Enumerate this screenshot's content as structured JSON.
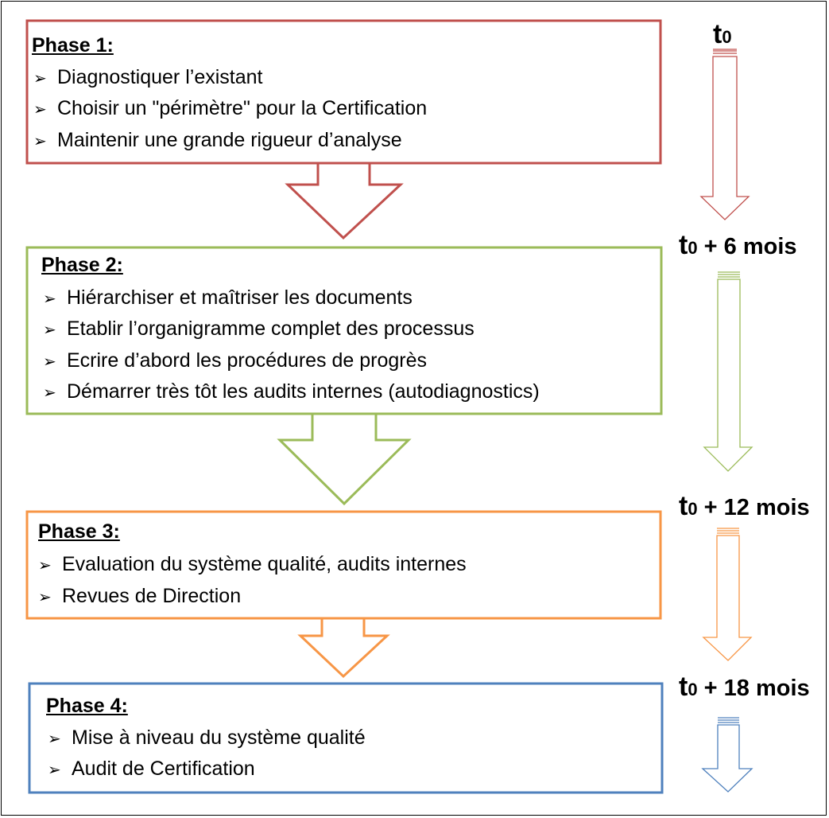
{
  "colors": {
    "phase1": "#c0504d",
    "phase2": "#9bbb59",
    "phase3": "#f79646",
    "phase4": "#4f81bd"
  },
  "bullet_icon": "arrowhead-bullet",
  "phases": [
    {
      "title": "Phase 1:",
      "items": [
        "Diagnostiquer l’existant",
        "Choisir un \"périmètre\" pour la Certification",
        "Maintenir une grande rigueur d’analyse"
      ]
    },
    {
      "title": "Phase 2:",
      "items": [
        "Hiérarchiser et maîtriser les documents",
        "Etablir l’organigramme complet des processus",
        "Ecrire d’abord les procédures de progrès",
        "Démarrer très tôt les audits internes (autodiagnostics)"
      ]
    },
    {
      "title": "Phase 3:",
      "items": [
        "Evaluation du système qualité, audits internes",
        "Revues de Direction"
      ]
    },
    {
      "title": "Phase 4:",
      "items": [
        "Mise à niveau du système qualité",
        "Audit de Certification"
      ]
    }
  ],
  "timeline": [
    {
      "t": "t",
      "sub": "0",
      "suffix": ""
    },
    {
      "t": "t",
      "sub": "0",
      "suffix": " + 6 mois"
    },
    {
      "t": "t",
      "sub": "0",
      "suffix": " + 12 mois"
    },
    {
      "t": "t",
      "sub": "0",
      "suffix": " + 18 mois"
    }
  ],
  "bullet": "➢"
}
